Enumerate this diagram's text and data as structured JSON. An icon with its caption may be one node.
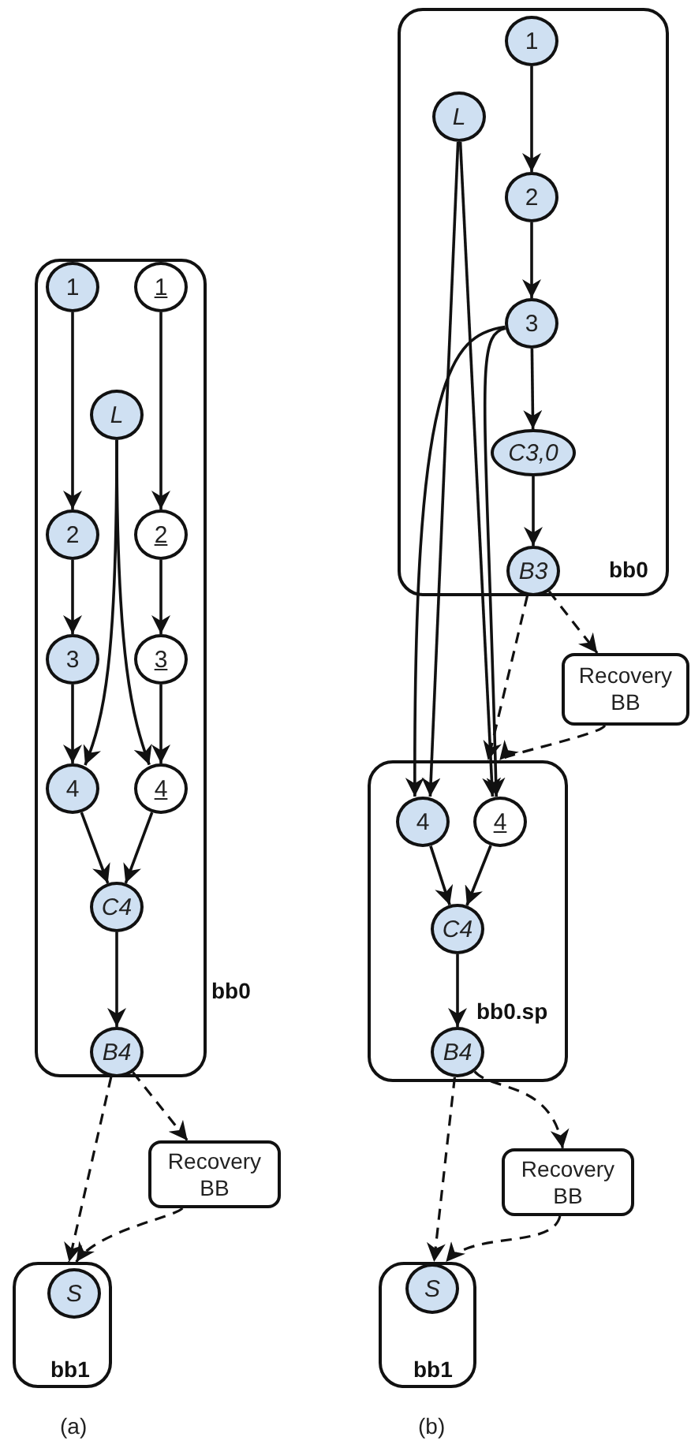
{
  "diagram": {
    "nodes": [
      {
        "text": [
          "bb0"
        ]
      },
      {
        "text": [
          "1"
        ],
        "in": 0
      },
      {
        "text": [
          "1"
        ],
        "in": 0
      },
      {
        "text": [
          "L"
        ],
        "in": 0
      },
      {
        "text": [
          "2"
        ],
        "in": 0
      },
      {
        "text": [
          "2"
        ],
        "in": 0
      },
      {
        "text": [
          "3"
        ],
        "in": 0
      },
      {
        "text": [
          "3"
        ],
        "in": 0
      },
      {
        "text": [
          "4"
        ],
        "in": 0
      },
      {
        "text": [
          "4"
        ],
        "in": 0
      },
      {
        "text": [
          "C4"
        ],
        "in": 0
      },
      {
        "text": [
          "B4"
        ],
        "in": 0
      },
      {
        "text": [
          "Recovery BB"
        ]
      },
      {
        "text": [
          "bb1"
        ]
      },
      {
        "text": [
          "S"
        ],
        "in": 13
      },
      {
        "text": [
          "bb0"
        ]
      },
      {
        "text": [
          "1"
        ],
        "in": 15
      },
      {
        "text": [
          "L"
        ],
        "in": 15
      },
      {
        "text": [
          "2"
        ],
        "in": 15
      },
      {
        "text": [
          "3"
        ],
        "in": 15
      },
      {
        "text": [
          "C3,0"
        ],
        "in": 15
      },
      {
        "text": [
          "B3"
        ],
        "in": 15
      },
      {
        "text": [
          "Recovery BB"
        ]
      },
      {
        "text": [
          "bb0.sp"
        ]
      },
      {
        "text": [
          "4"
        ],
        "in": 23
      },
      {
        "text": [
          "4"
        ],
        "in": 23
      },
      {
        "text": [
          "C4"
        ],
        "in": 23
      },
      {
        "text": [
          "B4"
        ],
        "in": 23
      },
      {
        "text": [
          "Recovery BB"
        ]
      },
      {
        "text": [
          "bb1"
        ]
      },
      {
        "text": [
          "S"
        ],
        "in": 29
      }
    ],
    "edges": [
      {
        "from": 1,
        "to": 4,
        "arrow": "to"
      },
      {
        "from": 2,
        "to": 5,
        "arrow": "to"
      },
      {
        "from": 4,
        "to": 6,
        "arrow": "to"
      },
      {
        "from": 5,
        "to": 7,
        "arrow": "to"
      },
      {
        "from": 6,
        "to": 8,
        "arrow": "to"
      },
      {
        "from": 7,
        "to": 9,
        "arrow": "to"
      },
      {
        "from": 3,
        "to": 8,
        "arrow": "to"
      },
      {
        "from": 3,
        "to": 9,
        "arrow": "to"
      },
      {
        "from": 8,
        "to": 10,
        "arrow": "to"
      },
      {
        "from": 9,
        "to": 10,
        "arrow": "to"
      },
      {
        "from": 10,
        "to": 11,
        "arrow": "to"
      },
      {
        "from": 11,
        "to": 12,
        "arrow": "to",
        "style": "dashed"
      },
      {
        "from": 11,
        "to": 13,
        "arrow": "to",
        "style": "dashed"
      },
      {
        "from": 12,
        "to": 13,
        "arrow": "to",
        "style": "dashed"
      },
      {
        "from": 16,
        "to": 18,
        "arrow": "to"
      },
      {
        "from": 18,
        "to": 19,
        "arrow": "to"
      },
      {
        "from": 19,
        "to": 20,
        "arrow": "to"
      },
      {
        "from": 20,
        "to": 21,
        "arrow": "to"
      },
      {
        "from": 17,
        "to": 24,
        "arrow": "to"
      },
      {
        "from": 17,
        "to": 25,
        "arrow": "to"
      },
      {
        "from": 19,
        "to": 24,
        "arrow": "to"
      },
      {
        "from": 19,
        "to": 25,
        "arrow": "to"
      },
      {
        "from": 24,
        "to": 26,
        "arrow": "to"
      },
      {
        "from": 25,
        "to": 26,
        "arrow": "to"
      },
      {
        "from": 26,
        "to": 27,
        "arrow": "to"
      },
      {
        "from": 21,
        "to": 22,
        "arrow": "to",
        "style": "dashed"
      },
      {
        "from": 21,
        "to": 23,
        "arrow": "to",
        "style": "dashed"
      },
      {
        "from": 22,
        "to": 23,
        "arrow": "to",
        "style": "dashed"
      },
      {
        "from": 27,
        "to": 28,
        "arrow": "to",
        "style": "dashed"
      },
      {
        "from": 27,
        "to": 29,
        "arrow": "to",
        "style": "dashed"
      },
      {
        "from": 28,
        "to": 29,
        "arrow": "to",
        "style": "dashed"
      }
    ],
    "labels": [
      "(a)",
      "(b)"
    ]
  }
}
